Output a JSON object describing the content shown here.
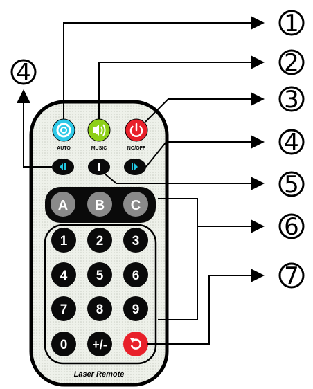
{
  "remote": {
    "label_auto": "AUTO",
    "label_music": "MUSIC",
    "label_onoff": "NO/OFF",
    "abc": [
      "A",
      "B",
      "C"
    ],
    "keypad": [
      "1",
      "2",
      "3",
      "4",
      "5",
      "6",
      "7",
      "8",
      "9",
      "0",
      "+/-"
    ],
    "brand": "Laser Remote"
  },
  "callouts": [
    "1",
    "2",
    "3",
    "4",
    "5",
    "6",
    "7",
    "4"
  ],
  "colors": {
    "auto": "#2ec9e8",
    "music": "#8ed018",
    "power": "#e8202a",
    "arrow_accent": "#22c7e0",
    "key_black": "#0a0a0a",
    "key_grey": "#8a8a8a",
    "body_fill": "#e9ece4"
  }
}
